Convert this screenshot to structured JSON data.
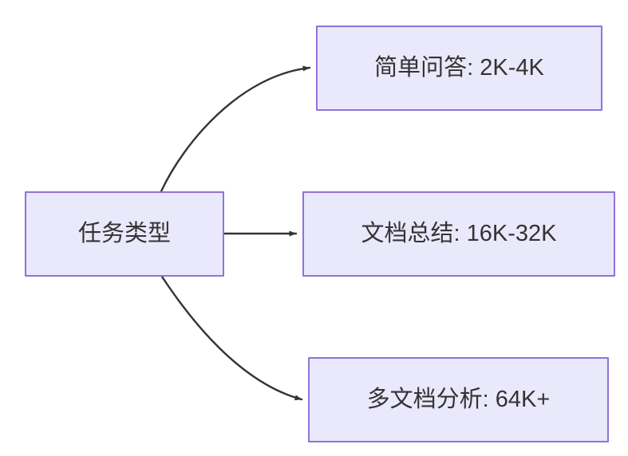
{
  "diagram": {
    "type": "flowchart",
    "direction": "left-to-right",
    "background_color": "#ffffff",
    "node_fill_color": "#eae8fb",
    "node_border_color": "#9272d8",
    "node_text_color": "#333333",
    "edge_color": "#333333",
    "root": {
      "id": "task-type",
      "label": "任务类型"
    },
    "branches": [
      {
        "id": "simple-qa",
        "label": "简单问答: 2K-4K",
        "task": "简单问答",
        "context_range": "2K-4K",
        "edge_style": "curved-up"
      },
      {
        "id": "doc-summary",
        "label": "文档总结: 16K-32K",
        "task": "文档总结",
        "context_range": "16K-32K",
        "edge_style": "straight"
      },
      {
        "id": "multidoc-analysis",
        "label": "多文档分析: 64K+",
        "task": "多文档分析",
        "context_range": "64K+",
        "edge_style": "curved-down"
      }
    ]
  }
}
